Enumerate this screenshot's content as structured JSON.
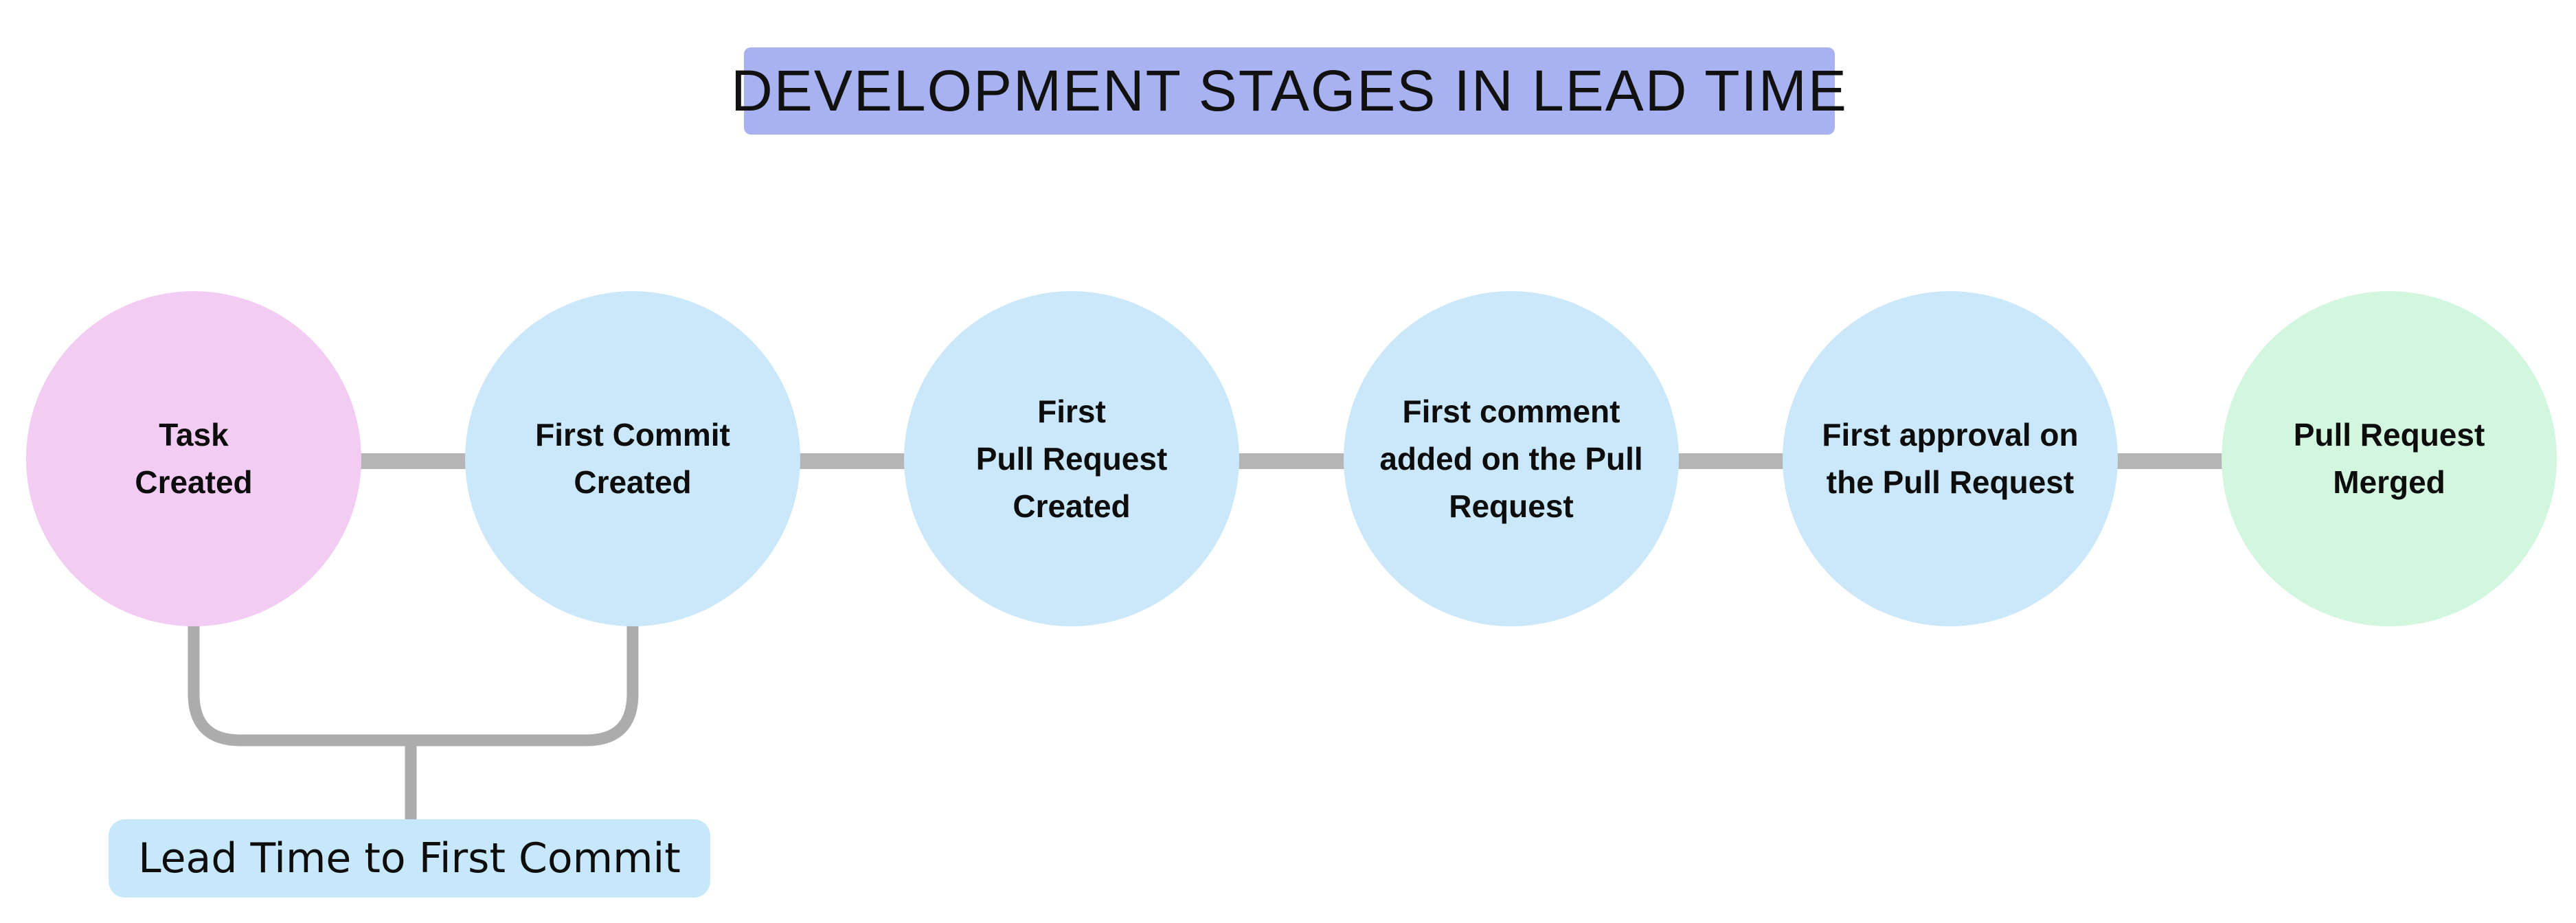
{
  "title": {
    "text": "DEVELOPMENT STAGES IN LEAD TIME",
    "bg": "#a9b2f0"
  },
  "stages": [
    {
      "label": "Task\nCreated",
      "color": "#f3ccf4"
    },
    {
      "label": "First Commit\nCreated",
      "color": "#cbe8fb"
    },
    {
      "label": "First\nPull Request\nCreated",
      "color": "#cbe8fb"
    },
    {
      "label": "First comment\nadded on the Pull\nRequest",
      "color": "#cbe8fb"
    },
    {
      "label": "First approval on\nthe Pull Request",
      "color": "#cbe8fb"
    },
    {
      "label": "Pull Request\nMerged",
      "color": "#d2f6de"
    }
  ],
  "colors": {
    "connector": "#b5b5b5",
    "text": "#0d0d0d"
  },
  "bracket": {
    "line_color": "#acacac",
    "label": "Lead Time to First Commit",
    "label_bg": "#c7e8fb"
  }
}
